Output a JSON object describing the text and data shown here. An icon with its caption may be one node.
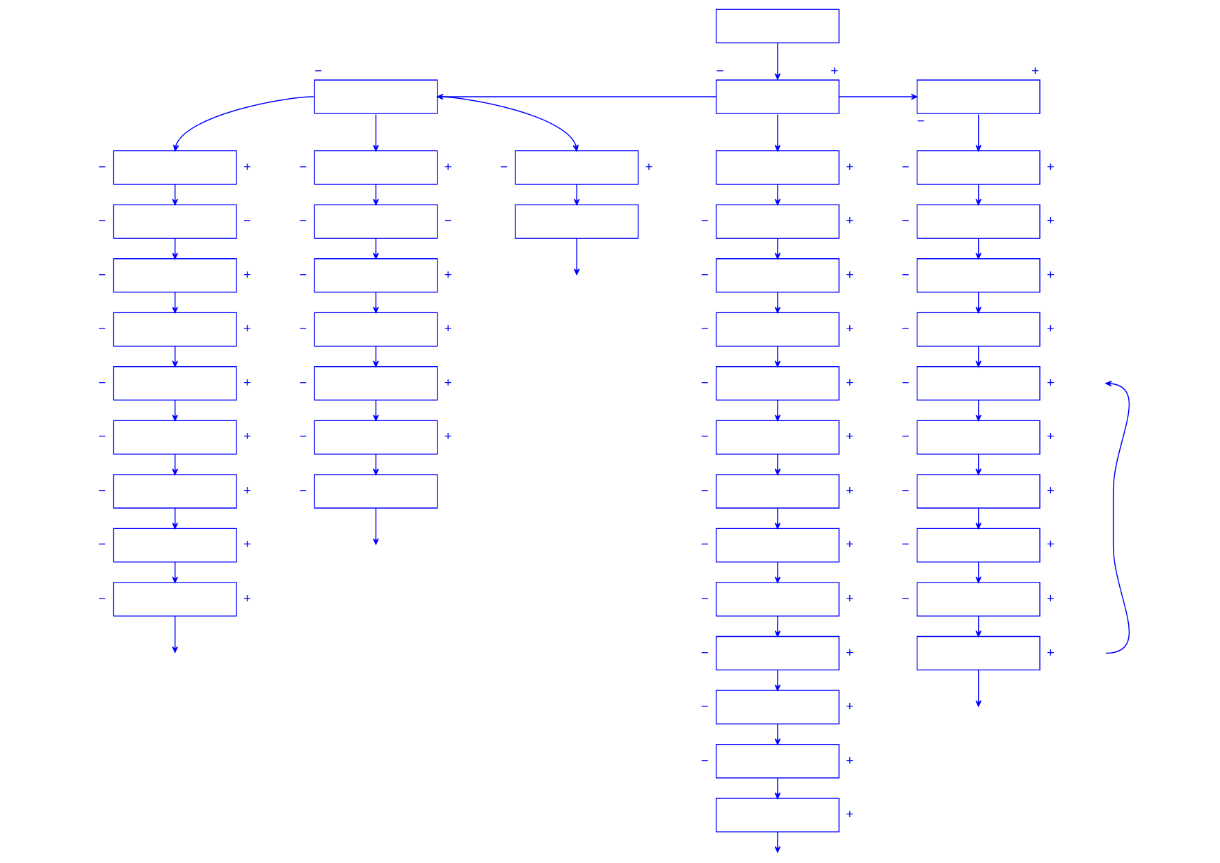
{
  "diagram": {
    "nodes": [
      {
        "text": [],
        "shape": "box",
        "beside": [
          "−",
          "+"
        ]
      },
      {
        "text": [],
        "shape": "box",
        "beside": [
          "−",
          "−"
        ]
      },
      {
        "text": [],
        "shape": "box",
        "beside": [
          "−",
          "+"
        ]
      },
      {
        "text": [],
        "shape": "box",
        "beside": [
          "−",
          "+"
        ]
      },
      {
        "text": [],
        "shape": "box",
        "beside": [
          "−",
          "+"
        ]
      },
      {
        "text": [],
        "shape": "box",
        "beside": [
          "−",
          "+"
        ]
      },
      {
        "text": [],
        "shape": "box",
        "beside": [
          "−",
          "+"
        ]
      },
      {
        "text": [],
        "shape": "box",
        "beside": [
          "−",
          "+"
        ]
      },
      {
        "text": [],
        "shape": "box",
        "beside": [
          "−",
          "+"
        ]
      },
      {
        "text": [],
        "shape": "box",
        "beside": [
          "−"
        ]
      },
      {
        "text": [],
        "shape": "box",
        "beside": [
          "−",
          "+"
        ]
      },
      {
        "text": [],
        "shape": "box",
        "beside": [
          "−",
          "−"
        ]
      },
      {
        "text": [],
        "shape": "box",
        "beside": [
          "−",
          "+"
        ]
      },
      {
        "text": [],
        "shape": "box",
        "beside": [
          "−",
          "+"
        ]
      },
      {
        "text": [],
        "shape": "box",
        "beside": [
          "−",
          "+"
        ]
      },
      {
        "text": [],
        "shape": "box",
        "beside": [
          "−",
          "+"
        ]
      },
      {
        "text": [],
        "shape": "box",
        "beside": [
          "−"
        ]
      },
      {
        "text": [],
        "shape": "box",
        "beside": [
          "−",
          "+"
        ]
      },
      {
        "text": [],
        "shape": "box"
      },
      {
        "text": [],
        "shape": "box"
      },
      {
        "text": [],
        "shape": "box",
        "beside": [
          "−",
          "+"
        ]
      },
      {
        "text": [],
        "shape": "box",
        "beside": [
          "+"
        ]
      },
      {
        "text": [],
        "shape": "box",
        "beside": [
          "−",
          "+"
        ]
      },
      {
        "text": [],
        "shape": "box",
        "beside": [
          "−",
          "+"
        ]
      },
      {
        "text": [],
        "shape": "box",
        "beside": [
          "−",
          "+"
        ]
      },
      {
        "text": [],
        "shape": "box",
        "beside": [
          "−",
          "+"
        ]
      },
      {
        "text": [],
        "shape": "box",
        "beside": [
          "−",
          "+"
        ]
      },
      {
        "text": [],
        "shape": "box",
        "beside": [
          "−",
          "+"
        ]
      },
      {
        "text": [],
        "shape": "box",
        "beside": [
          "−",
          "+"
        ]
      },
      {
        "text": [],
        "shape": "box",
        "beside": [
          "−",
          "+"
        ]
      },
      {
        "text": [],
        "shape": "box",
        "beside": [
          "−",
          "+"
        ]
      },
      {
        "text": [],
        "shape": "box",
        "beside": [
          "−",
          "+"
        ]
      },
      {
        "text": [],
        "shape": "box",
        "beside": [
          "−",
          "+"
        ]
      },
      {
        "text": [],
        "shape": "box",
        "beside": [
          "+"
        ]
      },
      {
        "text": [],
        "shape": "box",
        "beside": [
          "−",
          "+"
        ]
      },
      {
        "text": [],
        "shape": "box",
        "beside": [
          "−",
          "+"
        ]
      },
      {
        "text": [],
        "shape": "box",
        "beside": [
          "−",
          "+"
        ]
      },
      {
        "text": [],
        "shape": "box",
        "beside": [
          "−",
          "+"
        ]
      },
      {
        "text": [],
        "shape": "box",
        "beside": [
          "−",
          "+"
        ]
      },
      {
        "text": [],
        "shape": "box",
        "beside": [
          "−",
          "+"
        ]
      },
      {
        "text": [],
        "shape": "box",
        "beside": [
          "−",
          "+"
        ]
      },
      {
        "text": [],
        "shape": "box",
        "beside": [
          "−",
          "+"
        ]
      },
      {
        "text": [],
        "shape": "box",
        "beside": [
          "−",
          "+"
        ]
      },
      {
        "text": [],
        "shape": "box",
        "beside": [
          "−",
          "+"
        ]
      },
      {
        "text": [],
        "shape": "box",
        "beside": [
          "+"
        ]
      }
    ],
    "edges": [
      {
        "from": 0,
        "to": 1,
        "arrow": "to"
      },
      {
        "from": 1,
        "to": 2,
        "arrow": "to"
      },
      {
        "from": 2,
        "to": 3,
        "arrow": "to"
      },
      {
        "from": 3,
        "to": 4,
        "arrow": "to"
      },
      {
        "from": 4,
        "to": 5,
        "arrow": "to"
      },
      {
        "from": 5,
        "to": 6,
        "arrow": "to"
      },
      {
        "from": 6,
        "to": 7,
        "arrow": "to"
      },
      {
        "from": 7,
        "to": 8,
        "arrow": "to"
      },
      {
        "from": 8,
        "to": null,
        "arrow": "to"
      },
      {
        "from": 9,
        "to": 0,
        "arrow": "to"
      },
      {
        "from": 9,
        "to": 10,
        "arrow": "to"
      },
      {
        "from": 10,
        "to": 11,
        "arrow": "to"
      },
      {
        "from": 11,
        "to": 12,
        "arrow": "to"
      },
      {
        "from": 12,
        "to": 13,
        "arrow": "to"
      },
      {
        "from": 13,
        "to": 14,
        "arrow": "to"
      },
      {
        "from": 14,
        "to": 15,
        "arrow": "to"
      },
      {
        "from": 15,
        "to": 16,
        "arrow": "to"
      },
      {
        "from": 16,
        "to": null,
        "arrow": "to"
      },
      {
        "from": 9,
        "to": 17,
        "arrow": "to"
      },
      {
        "from": 17,
        "to": 18,
        "arrow": "to"
      },
      {
        "from": 18,
        "to": null,
        "arrow": "to"
      },
      {
        "from": 19,
        "to": 20,
        "arrow": "to"
      },
      {
        "from": 20,
        "to": 9,
        "arrow": "to"
      },
      {
        "from": 20,
        "to": 21,
        "arrow": "to"
      },
      {
        "from": 21,
        "to": 22,
        "arrow": "to"
      },
      {
        "from": 22,
        "to": 23,
        "arrow": "to"
      },
      {
        "from": 23,
        "to": 24,
        "arrow": "to"
      },
      {
        "from": 24,
        "to": 25,
        "arrow": "to"
      },
      {
        "from": 25,
        "to": 26,
        "arrow": "to"
      },
      {
        "from": 26,
        "to": 27,
        "arrow": "to"
      },
      {
        "from": 27,
        "to": 28,
        "arrow": "to"
      },
      {
        "from": 28,
        "to": 29,
        "arrow": "to"
      },
      {
        "from": 29,
        "to": 30,
        "arrow": "to"
      },
      {
        "from": 30,
        "to": 31,
        "arrow": "to"
      },
      {
        "from": 31,
        "to": 32,
        "arrow": "to"
      },
      {
        "from": 32,
        "to": 33,
        "arrow": "to"
      },
      {
        "from": 33,
        "to": null,
        "arrow": "to"
      },
      {
        "from": 20,
        "to": 34,
        "arrow": "to"
      },
      {
        "from": 34,
        "to": 35,
        "arrow": "to"
      },
      {
        "from": 35,
        "to": 36,
        "arrow": "to"
      },
      {
        "from": 36,
        "to": 37,
        "arrow": "to"
      },
      {
        "from": 37,
        "to": 38,
        "arrow": "to"
      },
      {
        "from": 38,
        "to": 39,
        "arrow": "to"
      },
      {
        "from": 39,
        "to": 40,
        "arrow": "to"
      },
      {
        "from": 40,
        "to": 41,
        "arrow": "to"
      },
      {
        "from": 41,
        "to": 42,
        "arrow": "to"
      },
      {
        "from": 42,
        "to": 43,
        "arrow": "to"
      },
      {
        "from": 43,
        "to": 44,
        "arrow": "to"
      },
      {
        "from": 44,
        "to": null,
        "arrow": "to"
      }
    ]
  }
}
